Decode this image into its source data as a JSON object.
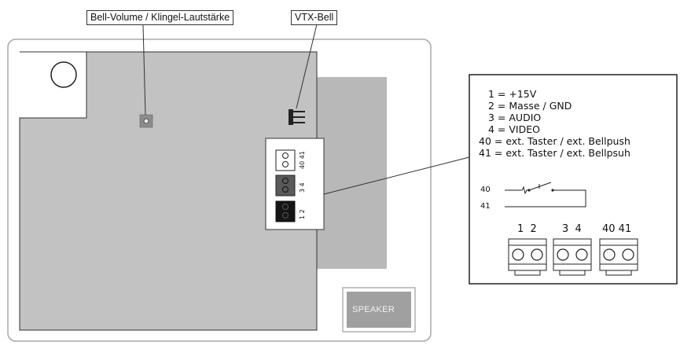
{
  "callouts": {
    "bell_volume": "Bell-Volume / Klingel-Lautstärke",
    "vtx_bell": "VTX-Bell"
  },
  "speaker": {
    "label": "SPEAKER"
  },
  "board_connectors": {
    "top": "40 41",
    "middle": "3 4",
    "bottom": "1 2"
  },
  "legend": {
    "lines": [
      "1 = +15V",
      "2 = Masse / GND",
      "3 = AUDIO",
      "4 = VIDEO",
      "40 = ext. Taster / ext. Bellpush",
      "41 = ext. Taster / ext. Bellpsuh"
    ],
    "switch_terminals": [
      "40",
      "41"
    ],
    "terminal_groups": [
      "1  2",
      "3  4",
      "40 41"
    ]
  }
}
